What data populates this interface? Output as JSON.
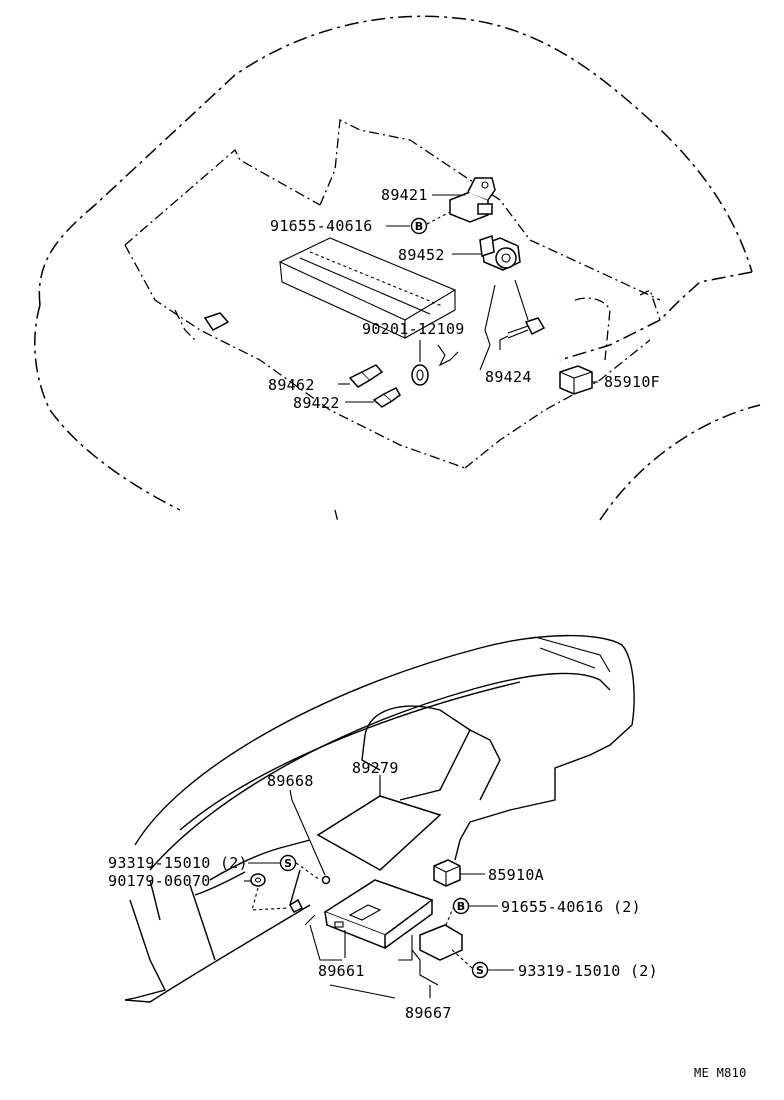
{
  "top_assembly": {
    "labels": {
      "p89421": "89421",
      "p91655_40616": "91655-40616",
      "p89452": "89452",
      "p90201_12109": "90201-12109",
      "p89462": "89462",
      "p89422": "89422",
      "p89424": "89424",
      "p85910F": "85910F"
    },
    "marks": {
      "b": "B"
    }
  },
  "bottom_assembly": {
    "labels": {
      "p89668": "89668",
      "p89279": "89279",
      "p93319_15010_left": "93319-15010 (2)",
      "p90179_06070": "90179-06070",
      "p85910A": "85910A",
      "p91655_40616_right": "91655-40616 (2)",
      "p93319_15010_right": "93319-15010 (2)",
      "p89661": "89661",
      "p89667": "89667"
    },
    "marks": {
      "s": "S",
      "b": "B"
    }
  },
  "footer": {
    "code": "ME  M810"
  }
}
